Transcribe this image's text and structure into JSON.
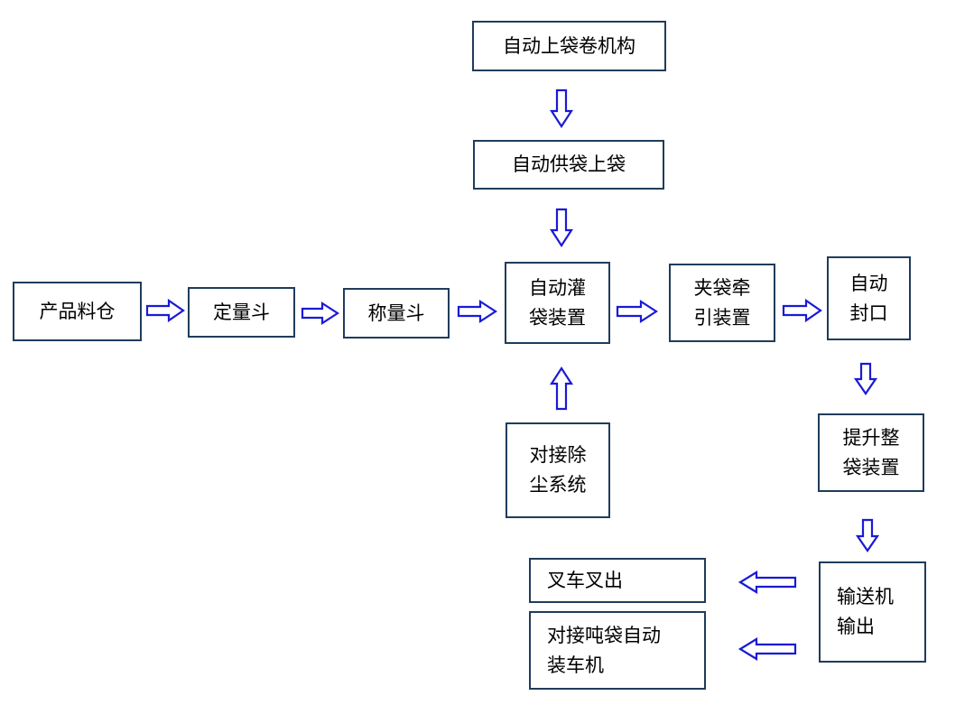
{
  "nodes": {
    "bag_roll_mechanism": {
      "lines": [
        "自动上袋卷机构"
      ]
    },
    "auto_bag_supply": {
      "lines": [
        "自动供袋上袋"
      ]
    },
    "product_bin": {
      "lines": [
        "产品料仓"
      ]
    },
    "dosing_hopper": {
      "lines": [
        "定量斗"
      ]
    },
    "weighing_hopper": {
      "lines": [
        "称量斗"
      ]
    },
    "auto_filling": {
      "lines": [
        "自动灌",
        "袋装置"
      ]
    },
    "bag_clamp_traction": {
      "lines": [
        "夹袋牵",
        "引装置"
      ]
    },
    "auto_sealing": {
      "lines": [
        "自动",
        "封口"
      ]
    },
    "dust_removal": {
      "lines": [
        "对接除",
        "尘系统"
      ]
    },
    "lift_shaping": {
      "lines": [
        "提升整",
        "袋装置"
      ]
    },
    "conveyor_output": {
      "lines": [
        "输送机",
        "输出"
      ]
    },
    "forklift_out": {
      "lines": [
        "叉车叉出"
      ]
    },
    "ton_bag_loader": {
      "lines": [
        "对接吨袋自动",
        "装车机"
      ]
    }
  },
  "colors": {
    "box_border": "#1f3c5c",
    "arrow_outline": "#1a1ad6",
    "text": "#000000"
  }
}
